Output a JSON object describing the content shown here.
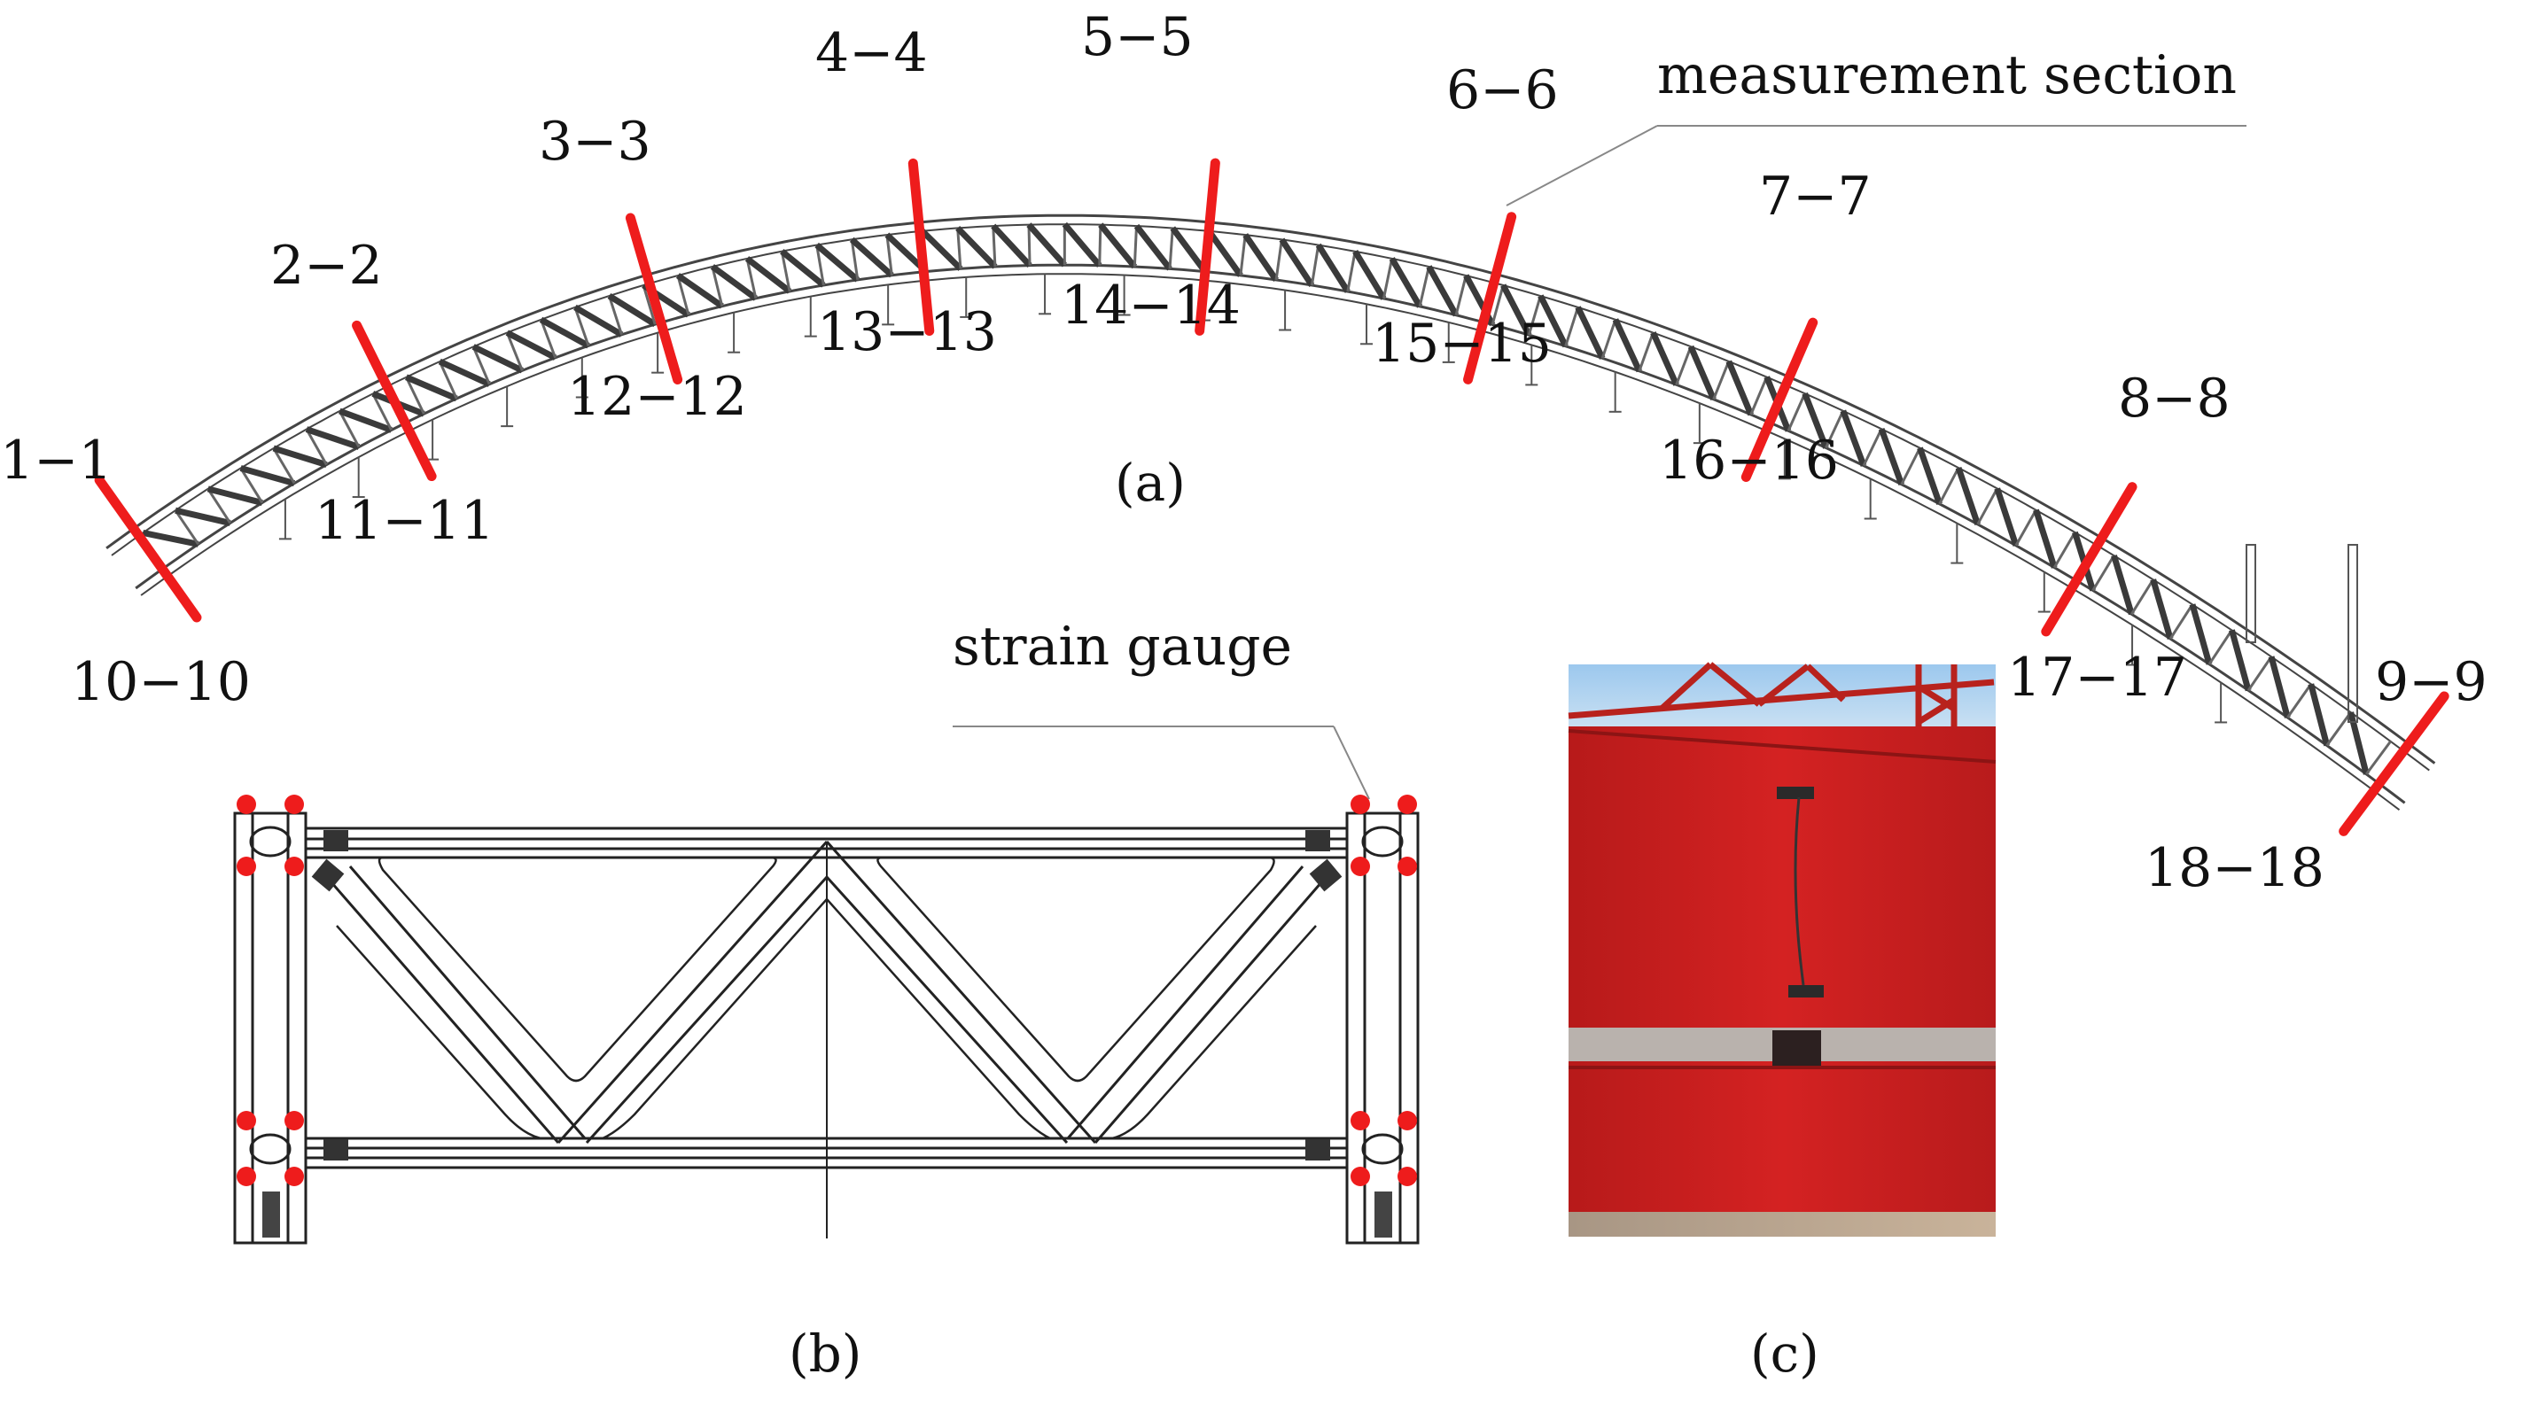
{
  "panel_a": {
    "caption": "(a)",
    "callout": "measurement section",
    "sections_top": [
      "1−1",
      "2−2",
      "3−3",
      "4−4",
      "5−5",
      "6−6",
      "7−7",
      "8−8",
      "9−9"
    ],
    "sections_bottom": [
      "10−10",
      "11−11",
      "12−12",
      "13−13",
      "14−14",
      "15−15",
      "16−16",
      "17−17",
      "18−18"
    ]
  },
  "panel_b": {
    "caption": "(b)",
    "callout": "strain gauge"
  },
  "panel_c": {
    "caption": "(c)",
    "photo": "red-steel-beam-photo"
  },
  "colors": {
    "marker": "#ee1c1c",
    "steel": "#3a3a3a",
    "photo_red": "#c8201f",
    "sky": "#8fc0e8"
  }
}
